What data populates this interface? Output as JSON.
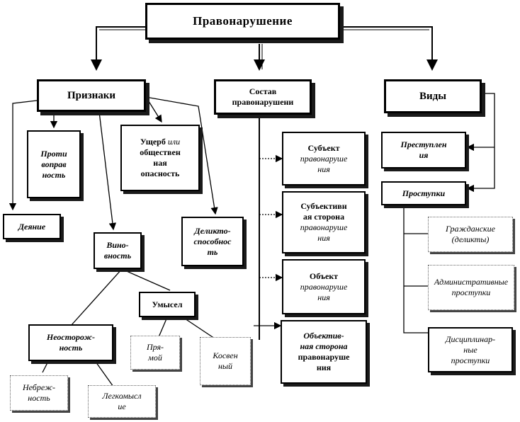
{
  "title": "Правонарушение",
  "signs": {
    "header": "Признаки",
    "illegality": "Проти\nвоправ\nность",
    "act": "Деяние",
    "damage_bold": "Ущерб",
    "damage_italic": " или",
    "damage_rest": "\nобществен\nная\nопасность",
    "guilt": "Вино-\nвность",
    "delict_capacity": "Деликто-\nспособнос\nть"
  },
  "guilt_forms": {
    "intent": "Умысел",
    "direct": "Пря-\nмой",
    "indirect": "Косвен\nный",
    "negligence": "Неосторож-\nность",
    "carelessness": "Небреж-\nность",
    "frivolity": "Легкомысл\nие"
  },
  "composition": {
    "header": "Состав\nправонарушени",
    "subject_bold": "Субъект",
    "subject_italic": "\nправонаруше\nния",
    "subjective_bold": "Субъективн\nая сторона",
    "subjective_italic": "\nправонаруше\nния",
    "object_bold": "Объект",
    "object_italic": "\nправонаруше\nния",
    "objective_italic": "Объектив-\nная сторона",
    "objective_plain": "\nправонаруше\nния"
  },
  "types": {
    "header": "Виды",
    "crime": "Преступлен\nия",
    "offenses": "Проступки",
    "civil": "Гражданские\n(деликты)",
    "administrative": "Административные\nпроступки",
    "disciplinary": "Дисциплинар-\nные\nпроступки"
  }
}
